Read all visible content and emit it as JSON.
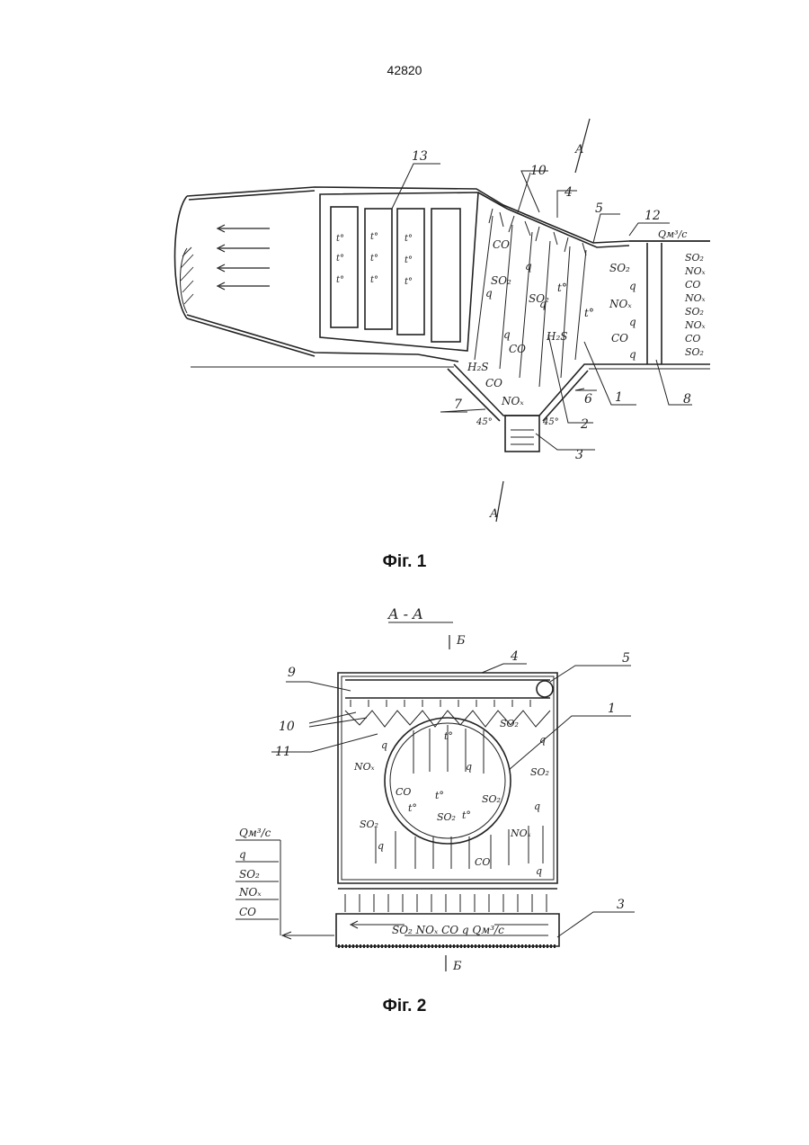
{
  "page": {
    "number": "42820"
  },
  "figure1": {
    "caption": "Фіг. 1",
    "section_mark": "A",
    "labels": {
      "n1": "1",
      "n2": "2",
      "n3": "3",
      "n4": "4",
      "n5": "5",
      "n6": "6",
      "n7": "7",
      "n8": "8",
      "n10": "10",
      "n12": "12",
      "n13": "13"
    },
    "flow_label": "Qм³/с",
    "inlet_list": [
      "SO₂",
      "NOₓ",
      "CO",
      "NOₓ",
      "SO₂",
      "NOₓ",
      "CO",
      "SO₂"
    ],
    "chamber_text": [
      "SO₂",
      "q",
      "NOₓ",
      "q",
      "CO",
      "q",
      "t°",
      "q",
      "CO",
      "q",
      "SO₂",
      "q",
      "CO",
      "H₂S",
      "NOₓ",
      "H₂S",
      "CO",
      "t°",
      "q",
      "SO₂"
    ],
    "exchanger_text": "t°",
    "angle_left": "45°",
    "angle_right": "45°"
  },
  "figure2": {
    "caption": "Фіг. 2",
    "section_title": "A - A",
    "cut_mark": "Б",
    "labels": {
      "n1": "1",
      "n3": "3",
      "n4": "4",
      "n5": "5",
      "n9": "9",
      "n10": "10",
      "n11": "11"
    },
    "outlet_list": [
      "Qм³/с",
      "q",
      "SO₂",
      "NOₓ",
      "CO"
    ],
    "trough_text": "SO₂  NOₓ  CO  q  Qм³/с",
    "chamber_text": [
      "t°",
      "q",
      "SO₂",
      "q",
      "NOₓ",
      "CO",
      "t°",
      "SO₂",
      "t°",
      "SO₂",
      "t°",
      "q",
      "SO₂",
      "q",
      "NOₓ",
      "CO",
      "q",
      "SO₂",
      "q"
    ]
  }
}
